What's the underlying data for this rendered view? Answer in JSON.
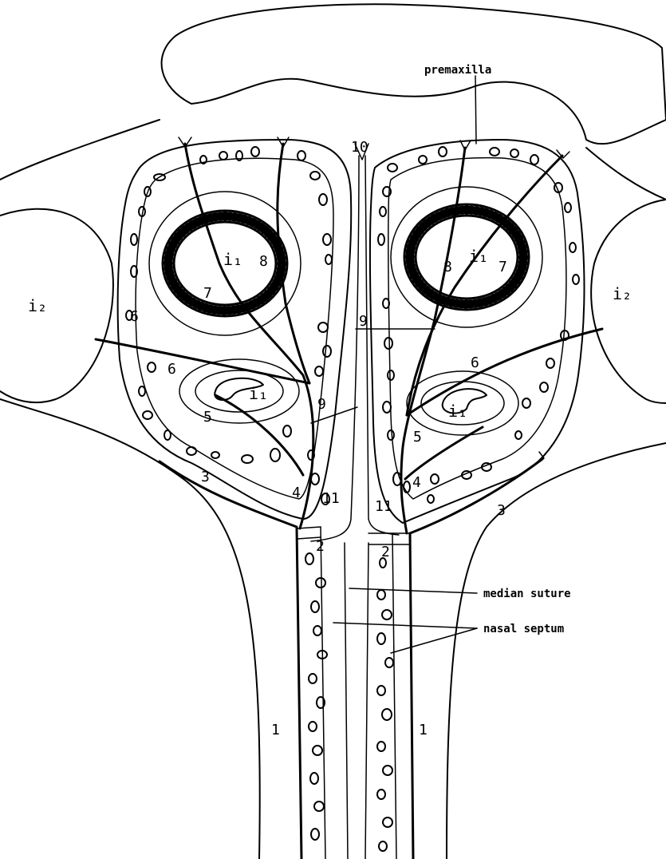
{
  "diagram": {
    "annotations": {
      "premaxilla": "premaxilla",
      "median_suture": "median suture",
      "nasal_septum": "nasal septum"
    },
    "labels": {
      "n1": "1",
      "n2": "2",
      "n3": "3",
      "n4": "4",
      "n5": "5",
      "n6": "6",
      "n7": "7",
      "n8": "8",
      "n9": "9",
      "n10": "10",
      "n11": "11",
      "i1": "i₁",
      "i2": "i₂"
    }
  }
}
